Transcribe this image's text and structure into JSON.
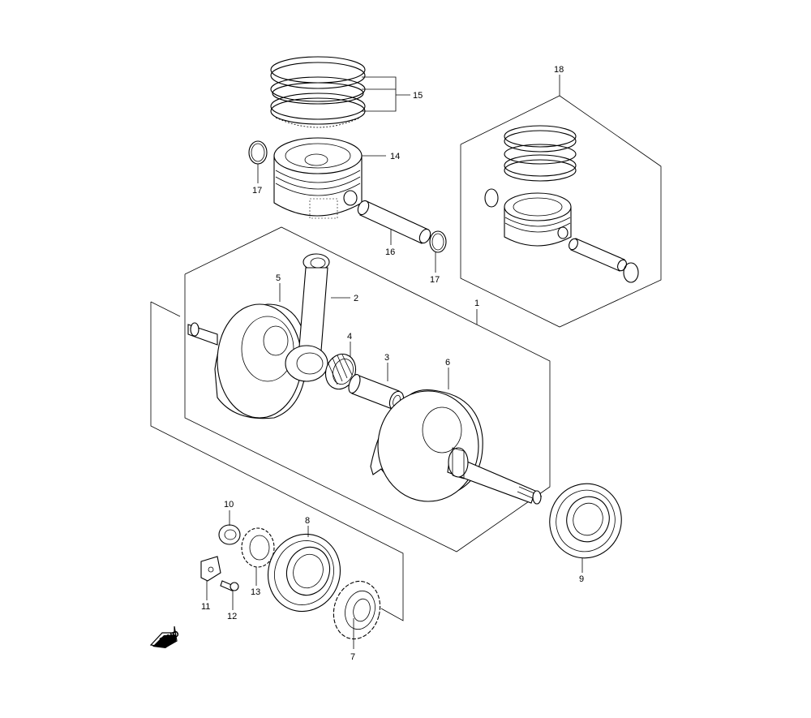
{
  "diagram": {
    "callouts": {
      "c1": "1",
      "c2": "2",
      "c3": "3",
      "c4": "4",
      "c5": "5",
      "c6": "6",
      "c7": "7",
      "c8": "8",
      "c9": "9",
      "c10": "10",
      "c11": "11",
      "c12": "12",
      "c13": "13",
      "c14": "14",
      "c15": "15",
      "c16": "16",
      "c17a": "17",
      "c17b": "17",
      "c18": "18"
    },
    "fwd_arrow_label": "FWD",
    "colors": {
      "line": "#000000",
      "background": "#ffffff"
    }
  }
}
